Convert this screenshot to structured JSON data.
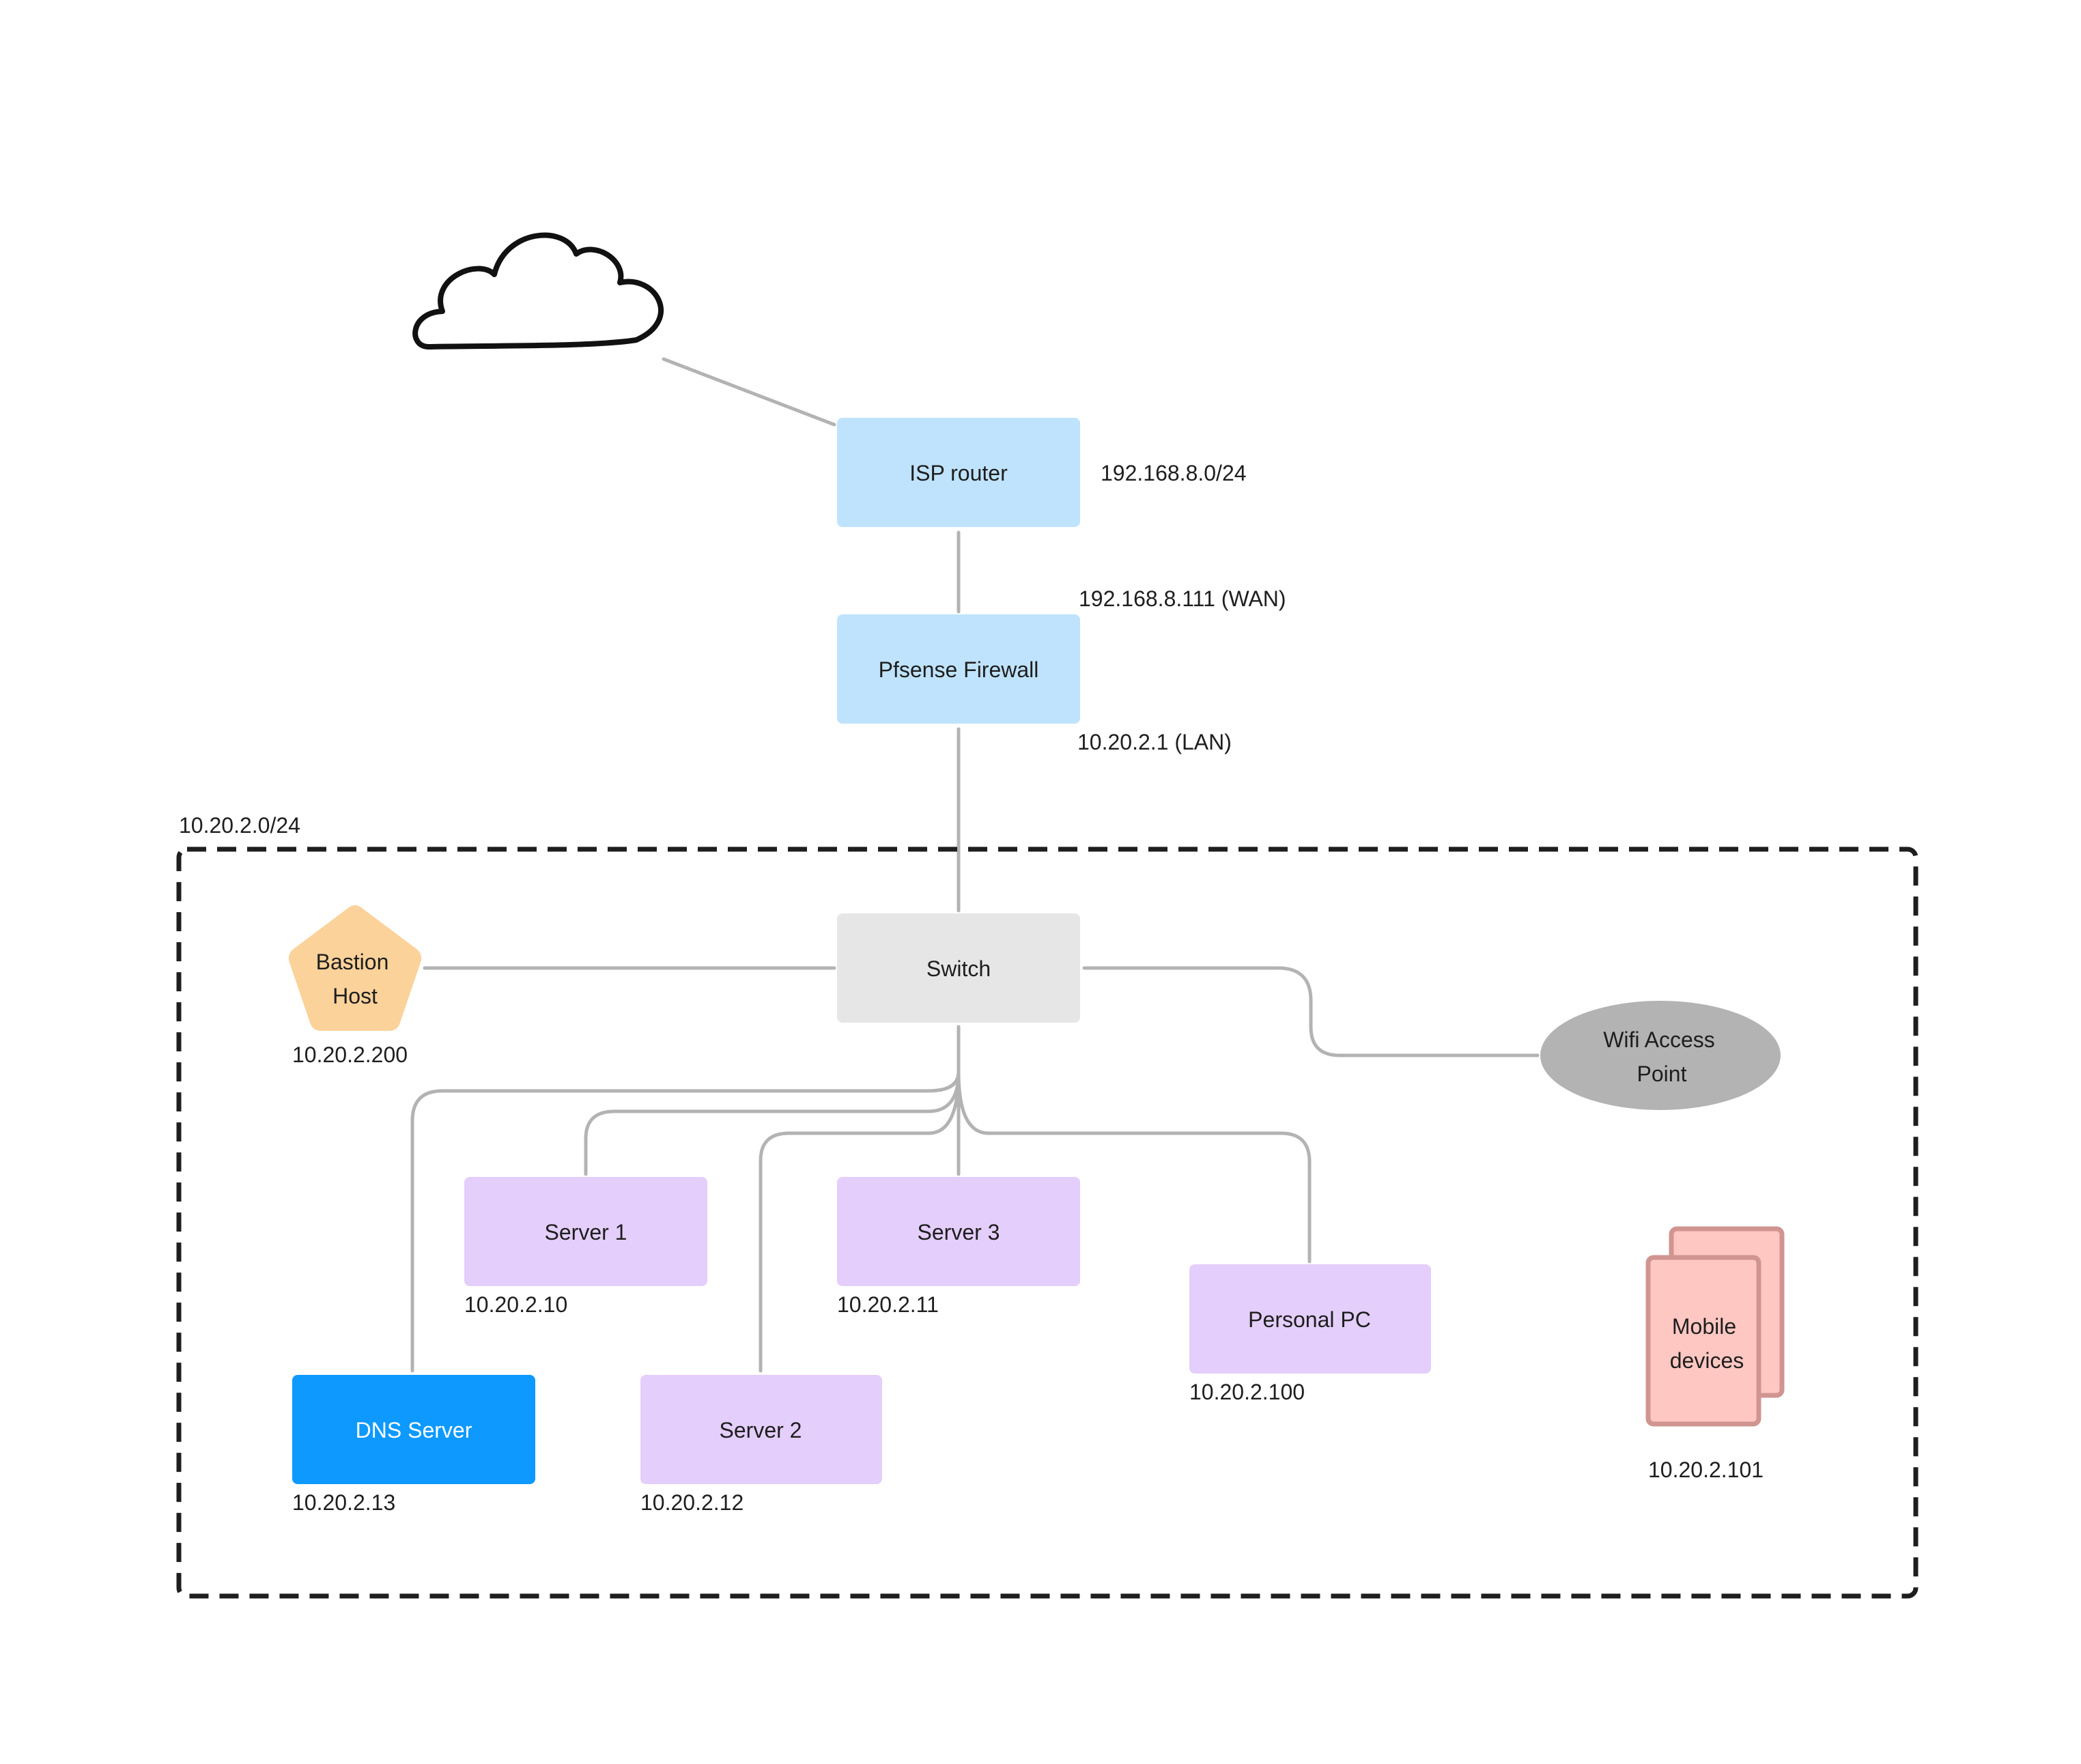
{
  "nodes": {
    "isp_router": {
      "label": "ISP router",
      "ip": "192.168.8.0/24",
      "color": "#bfe3fd"
    },
    "firewall": {
      "label": "Pfsense Firewall",
      "ip_wan": "192.168.8.111 (WAN)",
      "ip_lan": "10.20.2.1 (LAN)",
      "color": "#bfe3fd"
    },
    "subnet": {
      "label": "10.20.2.0/24"
    },
    "switch": {
      "label": "Switch",
      "color": "#e6e6e6"
    },
    "bastion": {
      "label_line1": "Bastion",
      "label_line2": "Host",
      "ip": "10.20.2.200",
      "color": "#fbd29a"
    },
    "wifi_ap": {
      "label_line1": "Wifi Access",
      "label_line2": "Point",
      "color": "#b3b3b3"
    },
    "server1": {
      "label": "Server 1",
      "ip": "10.20.2.10",
      "color": "#e4cefb"
    },
    "server3": {
      "label": "Server 3",
      "ip": "10.20.2.11",
      "color": "#e4cefb"
    },
    "server2": {
      "label": "Server 2",
      "ip": "10.20.2.12",
      "color": "#e4cefb"
    },
    "dns": {
      "label": "DNS Server",
      "ip": "10.20.2.13",
      "color": "#0d99ff"
    },
    "personal_pc": {
      "label": "Personal PC",
      "ip": "10.20.2.100",
      "color": "#e4cefb"
    },
    "mobile": {
      "label_line1": "Mobile",
      "label_line2": "devices",
      "ip": "10.20.2.101",
      "color": "#ffc7c2"
    }
  }
}
